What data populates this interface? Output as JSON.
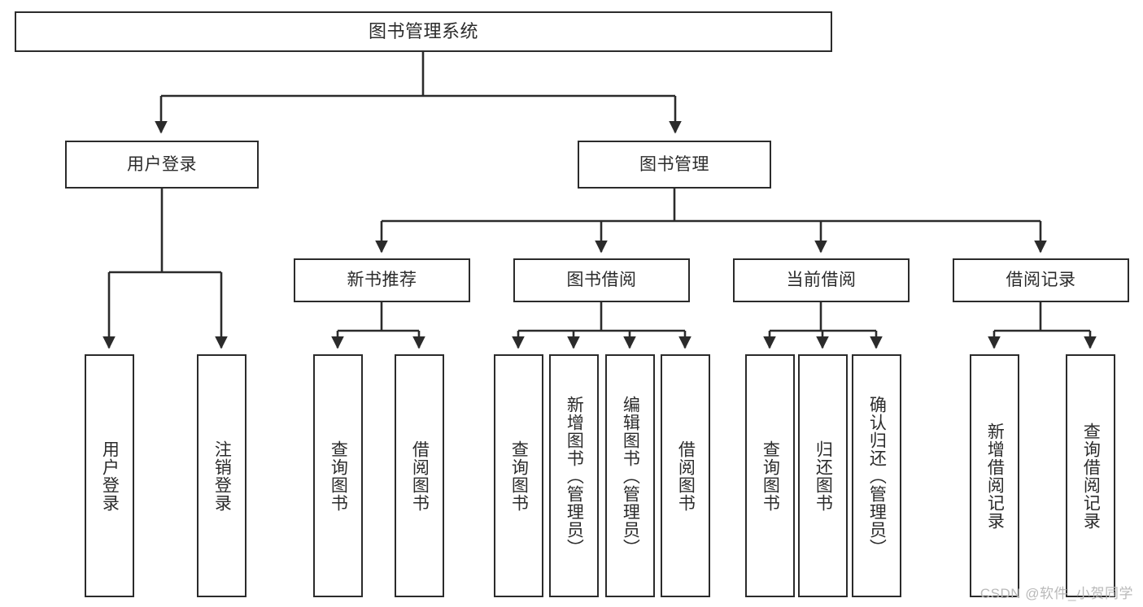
{
  "diagram": {
    "title": "图书管理系统",
    "type": "tree-hierarchy",
    "stroke_color": "#2b2b2b",
    "fill_color": "#ffffff",
    "text_color": "#2b2b2b",
    "watermark": "CSDN @软件_小贺同学",
    "nodes": {
      "root": {
        "label": "图书管理系统"
      },
      "level2": [
        {
          "id": "user-login",
          "label": "用户登录"
        },
        {
          "id": "book-manage",
          "label": "图书管理"
        }
      ],
      "level3": [
        {
          "id": "new-book-rec",
          "label": "新书推荐"
        },
        {
          "id": "book-borrow",
          "label": "图书借阅"
        },
        {
          "id": "current-borrow",
          "label": "当前借阅"
        },
        {
          "id": "borrow-record",
          "label": "借阅记录"
        }
      ],
      "leaves": [
        {
          "id": "leaf-user-login",
          "label": "用户登录",
          "parent": "user-login"
        },
        {
          "id": "leaf-user-logout",
          "label": "注销登录",
          "parent": "user-login"
        },
        {
          "id": "leaf-query-book-1",
          "label": "查询图书",
          "parent": "new-book-rec"
        },
        {
          "id": "leaf-borrow-book-1",
          "label": "借阅图书",
          "parent": "new-book-rec"
        },
        {
          "id": "leaf-query-book-2",
          "label": "查询图书",
          "parent": "book-borrow"
        },
        {
          "id": "leaf-add-book",
          "label": "新增图书（管理员）",
          "parent": "book-borrow"
        },
        {
          "id": "leaf-edit-book",
          "label": "编辑图书（管理员）",
          "parent": "book-borrow"
        },
        {
          "id": "leaf-borrow-book-2",
          "label": "借阅图书",
          "parent": "book-borrow"
        },
        {
          "id": "leaf-query-book-3",
          "label": "查询图书",
          "parent": "current-borrow"
        },
        {
          "id": "leaf-return-book",
          "label": "归还图书",
          "parent": "current-borrow"
        },
        {
          "id": "leaf-confirm-return",
          "label": "确认归还（管理员）",
          "parent": "current-borrow"
        },
        {
          "id": "leaf-add-record",
          "label": "新增借阅记录",
          "parent": "borrow-record"
        },
        {
          "id": "leaf-query-record",
          "label": "查询借阅记录",
          "parent": "borrow-record"
        }
      ]
    }
  }
}
